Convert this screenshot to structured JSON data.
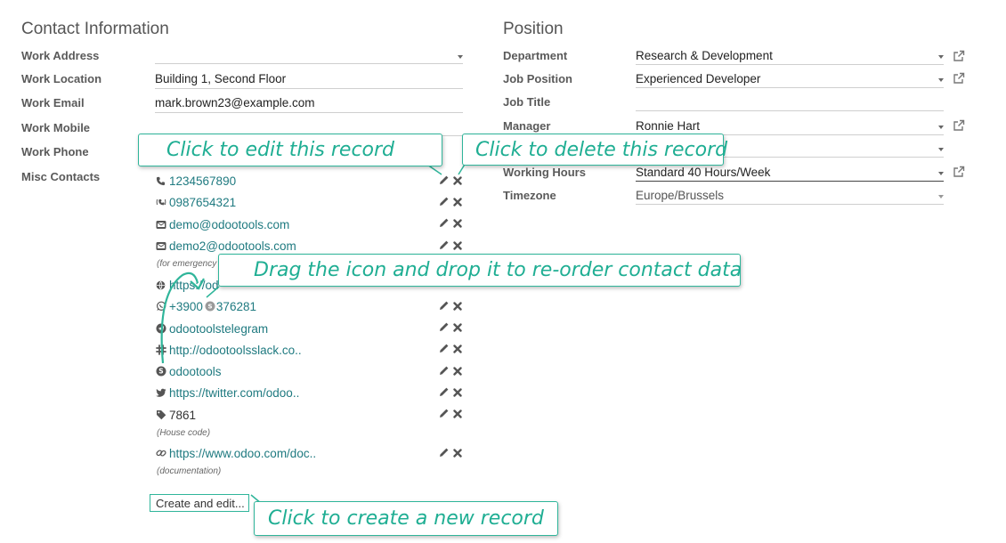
{
  "contact": {
    "title": "Contact Information",
    "fields": {
      "work_address": {
        "label": "Work Address",
        "value": ""
      },
      "work_location": {
        "label": "Work Location",
        "value": "Building 1, Second Floor"
      },
      "work_email": {
        "label": "Work Email",
        "value": "mark.brown23@example.com"
      },
      "work_mobile": {
        "label": "Work Mobile",
        "value": ""
      },
      "work_phone": {
        "label": "Work Phone",
        "value": ""
      },
      "misc_contacts": {
        "label": "Misc Contacts"
      }
    },
    "misc": [
      {
        "icon": "phone-icon",
        "text": "1234567890"
      },
      {
        "icon": "mobile-call-icon",
        "text": "0987654321"
      },
      {
        "icon": "envelope-icon",
        "text": "demo@odootools.com"
      },
      {
        "icon": "envelope-icon",
        "text": "demo2@odootools.com",
        "note": "(for emergency"
      },
      {
        "icon": "globe-icon",
        "text": "https://od"
      },
      {
        "icon": "whatsapp-icon",
        "text": "+3900",
        "text_tail": "376281"
      },
      {
        "icon": "telegram-icon",
        "text": "odootoolstelegram"
      },
      {
        "icon": "slack-icon",
        "text": "http://odootoolsslack.co.."
      },
      {
        "icon": "skype-icon",
        "text": "odootools"
      },
      {
        "icon": "twitter-icon",
        "text": "https://twitter.com/odoo.."
      },
      {
        "icon": "tag-icon",
        "text": "7861",
        "note": "(House code)"
      },
      {
        "icon": "link-icon",
        "text": "https://www.odoo.com/doc..",
        "note": "(documentation)"
      }
    ],
    "create_button": "Create and edit..."
  },
  "position": {
    "title": "Position",
    "fields": {
      "department": {
        "label": "Department",
        "value": "Research & Development"
      },
      "job_position": {
        "label": "Job Position",
        "value": "Experienced Developer"
      },
      "job_title": {
        "label": "Job Title",
        "value": ""
      },
      "manager": {
        "label": "Manager",
        "value": "Ronnie Hart"
      },
      "coach": {
        "value": ""
      },
      "working_hours": {
        "label": "Working Hours",
        "value": "Standard 40 Hours/Week"
      },
      "timezone": {
        "label": "Timezone",
        "value": "Europe/Brussels"
      }
    }
  },
  "callouts": {
    "edit": "Click to edit this record",
    "delete": "Click to delete this record",
    "drag": "Drag the icon and drop it to re-order contact data",
    "create": "Click to create a new record"
  },
  "colors": {
    "link": "#1f7a80",
    "callout": "#2fb59a"
  }
}
